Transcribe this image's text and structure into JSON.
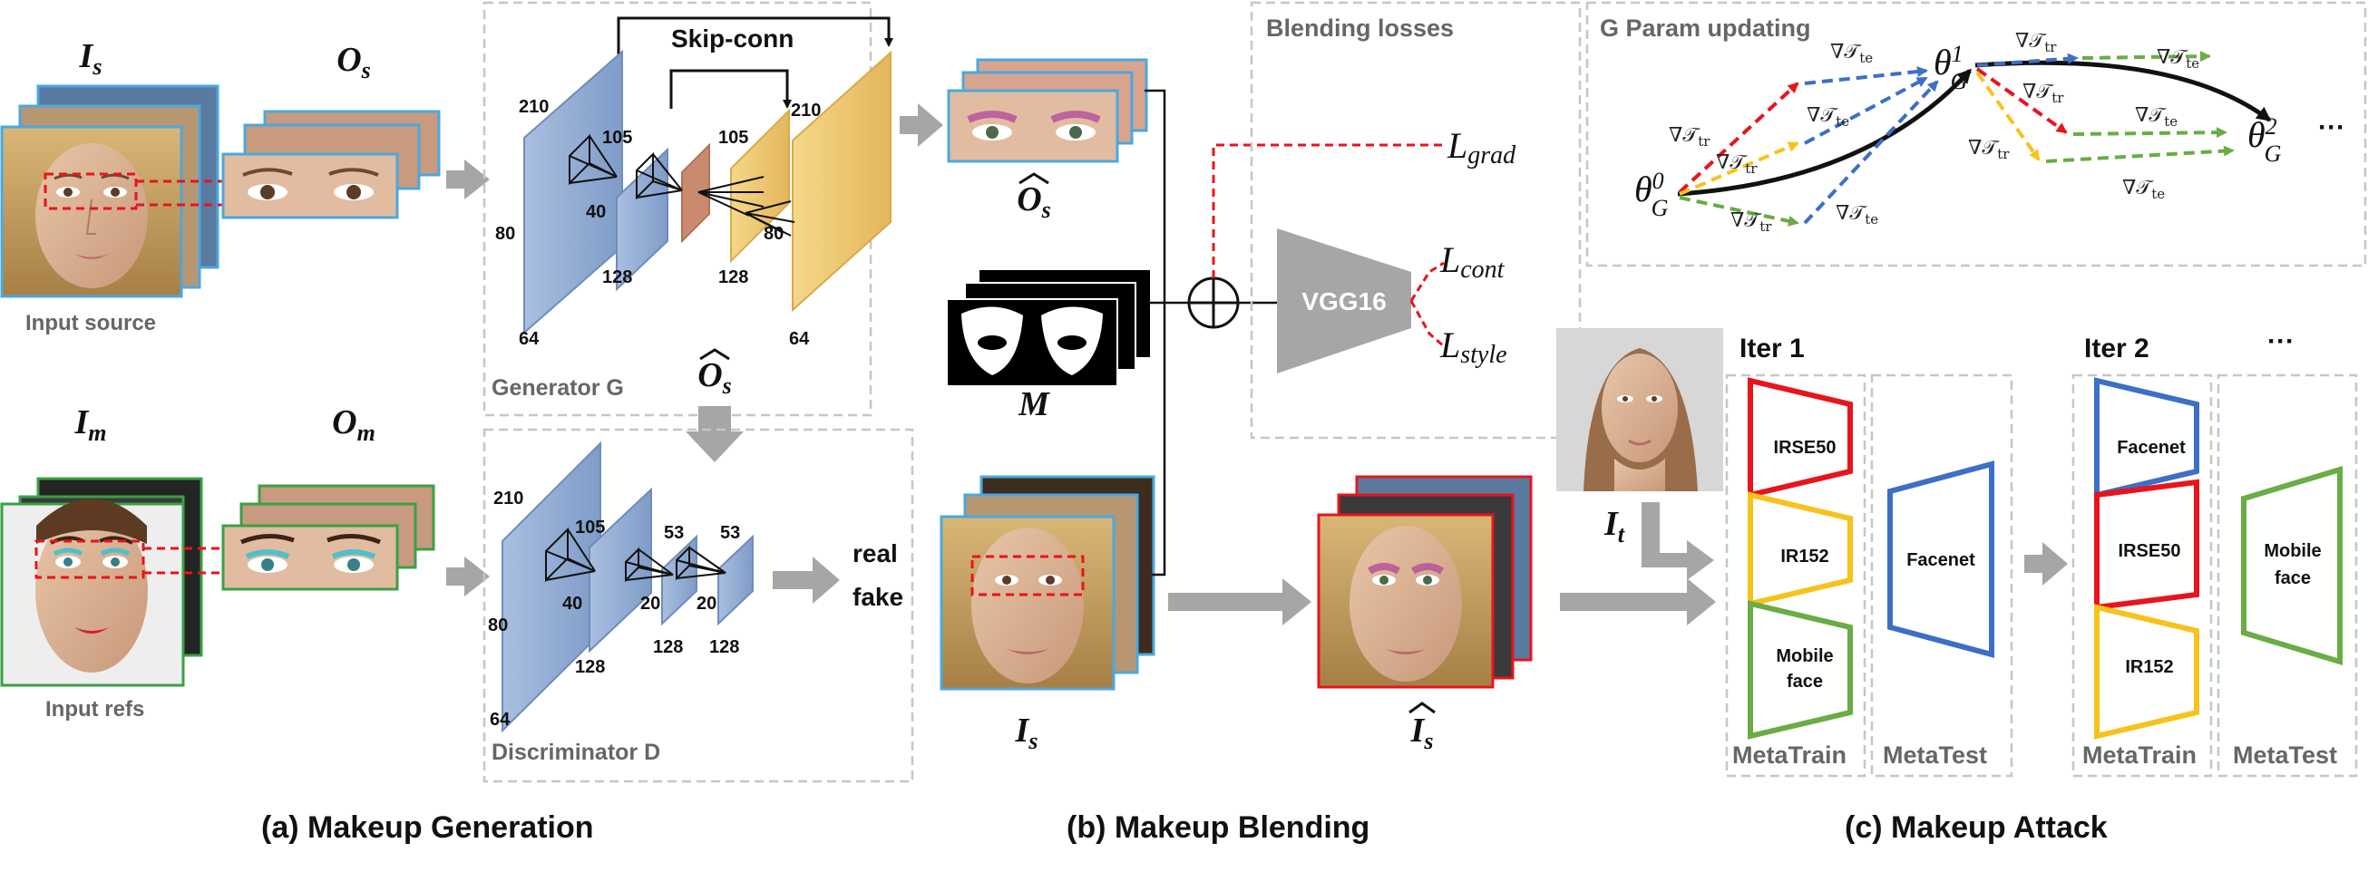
{
  "section_a": {
    "title": "(a) Makeup Generation",
    "input_source_label": "Input source",
    "input_refs_label": "Input refs",
    "is_symbol": "I",
    "is_sub": "s",
    "os_symbol": "O",
    "os_sub": "s",
    "im_symbol": "I",
    "im_sub": "m",
    "om_symbol": "O",
    "om_sub": "m",
    "generator_label": "Generator G",
    "discriminator_label": "Discriminator D",
    "skip_label": "Skip-conn",
    "os_hat_symbol": "O",
    "os_hat_sub": "s",
    "gen_dims": {
      "d210a": "210",
      "d80": "80",
      "d64a": "64",
      "d105a": "105",
      "d40a": "40",
      "d128a": "128",
      "d105b": "105",
      "d210b": "210",
      "d80b": "80",
      "d128b": "128",
      "d64b": "64"
    },
    "disc_dims": {
      "d210": "210",
      "d80": "80",
      "d64": "64",
      "d105": "105",
      "d40": "40",
      "d128a": "128",
      "d53a": "53",
      "d20a": "20",
      "d128b": "128",
      "d53b": "53",
      "d20b": "20",
      "d128c": "128"
    },
    "real_label": "real",
    "fake_label": "fake"
  },
  "section_b": {
    "title": "(b) Makeup Blending",
    "os_hat_symbol": "O",
    "os_hat_sub": "s",
    "m_symbol": "M",
    "is_symbol": "I",
    "is_sub": "s",
    "ishat_symbol": "I",
    "ishat_sub": "s",
    "blending_losses_label": "Blending losses",
    "vgg_label": "VGG16",
    "loss_grad": "grad",
    "loss_cont": "cont",
    "loss_style": "style",
    "loss_symbol": "L"
  },
  "section_c": {
    "title": "(c) Makeup Attack",
    "param_title": "G Param updating",
    "theta0": "θ",
    "theta0_sup": "0",
    "theta0_sub": "G",
    "theta1": "θ",
    "theta1_sup": "1",
    "theta1_sub": "G",
    "theta2": "θ",
    "theta2_sup": "2",
    "theta2_sub": "G",
    "ellipsis": "···",
    "grad_tr": "∇𝒯",
    "tr_sub": "tr",
    "te_sub": "te",
    "it_symbol": "I",
    "it_sub": "t",
    "iter1": "Iter 1",
    "iter2": "Iter 2",
    "iter_more": "···",
    "iter1_models": [
      "IRSE50",
      "IR152",
      "Mobile",
      "face"
    ],
    "iter1_test": "Facenet",
    "iter2_models": [
      "Facenet",
      "IRSE50",
      "IR152"
    ],
    "iter2_test": [
      "Mobile",
      "face"
    ],
    "metatrain_label": "MetaTrain",
    "metatest_label": "MetaTest"
  },
  "colors": {
    "blue_fill": "#8fa9cf",
    "gold_fill": "#ecc46a",
    "brown_fill": "#c98a70",
    "red": "#e8141c",
    "blue": "#3c6fc6",
    "yellow": "#f7c21a",
    "green": "#6aac45",
    "arrow_gray": "#a6a6a6"
  }
}
